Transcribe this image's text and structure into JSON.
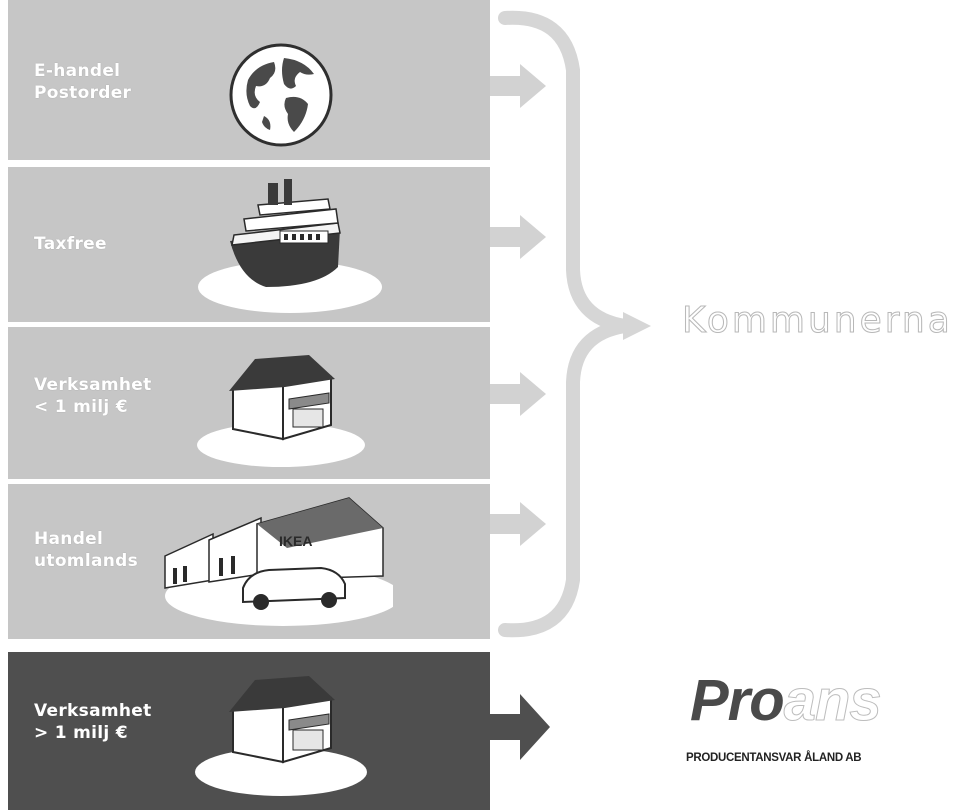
{
  "sources": [
    {
      "label": "E-handel\nPostorder",
      "icon": "globe-icon"
    },
    {
      "label": "Taxfree",
      "icon": "ship-icon"
    },
    {
      "label": "Verksamhet\n< 1 milj €",
      "icon": "small-shop-icon"
    },
    {
      "label": "Handel\nutomlands",
      "icon": "retail-park-icon"
    },
    {
      "label": "Verksamhet\n> 1 milj €",
      "icon": "shop-icon"
    }
  ],
  "targets": {
    "kommunerna": "Kommunerna",
    "brand_pro": "Pro",
    "brand_ans": "ans",
    "brand_company": "PRODUCENTANSVAR ÅLAND AB"
  },
  "colors": {
    "band_light": "#c6c6c6",
    "band_dark": "#4f4f4f",
    "arrow_light": "#d2d2d2",
    "arrow_dark": "#4f4f4f"
  }
}
